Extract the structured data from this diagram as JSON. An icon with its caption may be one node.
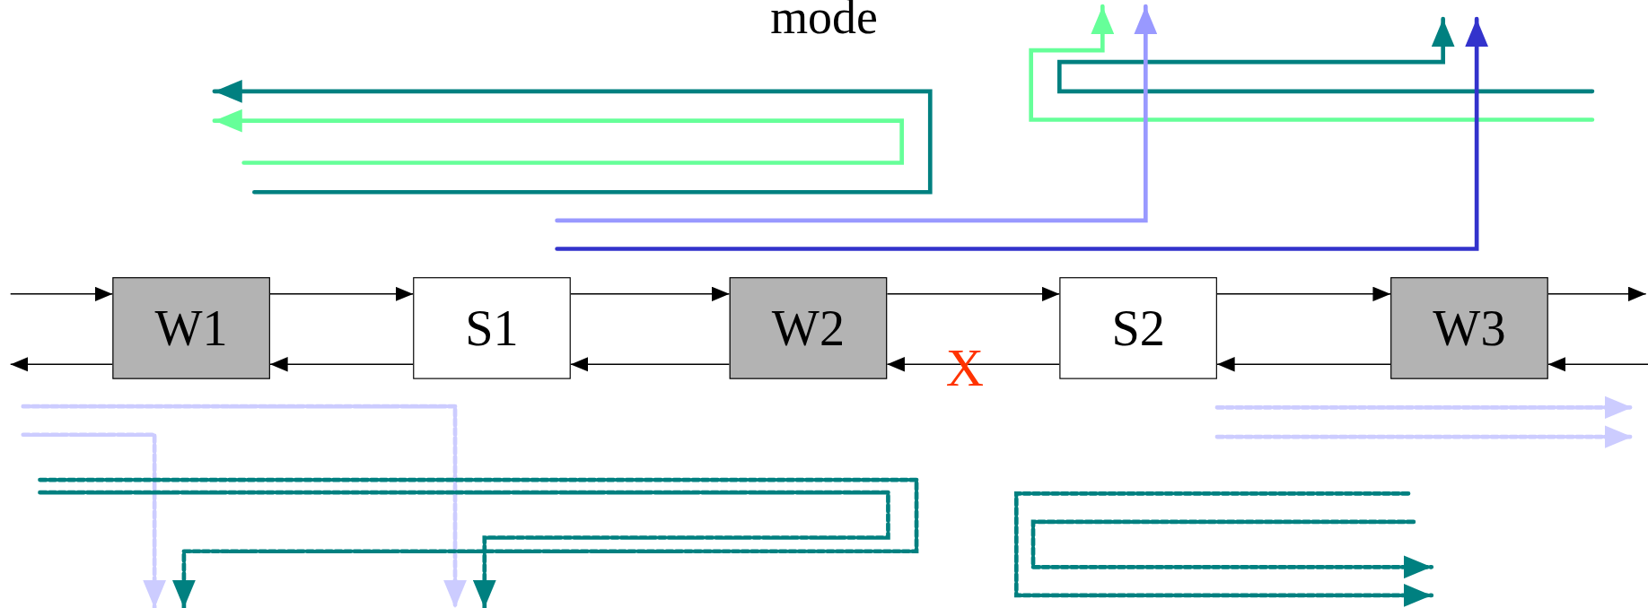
{
  "diagram": {
    "title": "mode",
    "nodes": [
      {
        "text": [
          "W1"
        ]
      },
      {
        "text": [
          "S1"
        ]
      },
      {
        "text": [
          "W2"
        ]
      },
      {
        "text": [
          "S2"
        ]
      },
      {
        "text": [
          "W3"
        ]
      }
    ],
    "edges": [
      {
        "from": null,
        "to": 0,
        "arrow": "to"
      },
      {
        "from": 0,
        "to": 1,
        "arrow": "to"
      },
      {
        "from": 1,
        "to": 2,
        "arrow": "to"
      },
      {
        "from": 2,
        "to": 3,
        "arrow": "to"
      },
      {
        "from": 3,
        "to": 4,
        "arrow": "to"
      },
      {
        "from": 4,
        "to": null,
        "arrow": "to"
      },
      {
        "from": 1,
        "to": 0,
        "arrow": "to"
      },
      {
        "from": 2,
        "to": 1,
        "arrow": "to"
      },
      {
        "from": 3,
        "to": 2,
        "arrow": "to"
      },
      {
        "from": 4,
        "to": 3,
        "arrow": "to"
      },
      {
        "from": 0,
        "to": null,
        "arrow": "to"
      },
      {
        "from": null,
        "to": 4,
        "arrow": "to"
      }
    ],
    "labels": [
      "X"
    ]
  }
}
